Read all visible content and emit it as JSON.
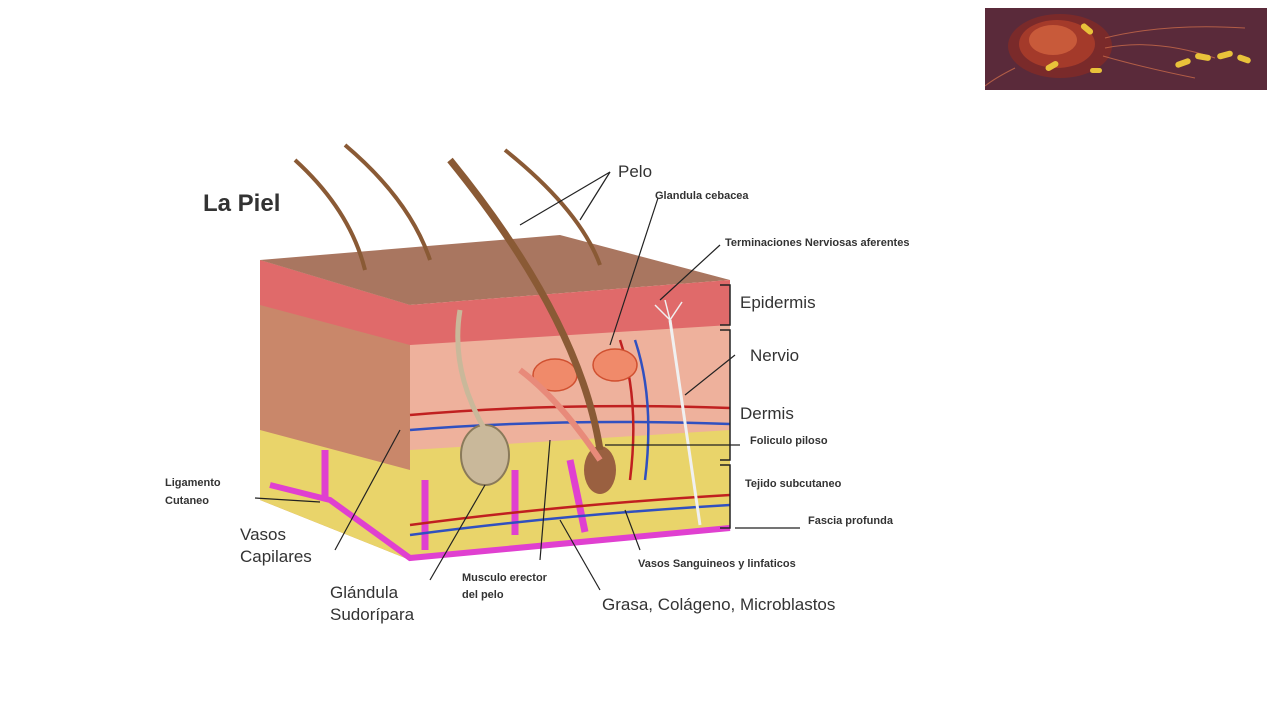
{
  "diagram": {
    "title": "La Piel",
    "labels": {
      "pelo": "Pelo",
      "glandula_cebacea": "Glandula cebacea",
      "terminaciones": "Terminaciones Nerviosas aferentes",
      "epidermis": "Epidermis",
      "nervio": "Nervio",
      "dermis": "Dermis",
      "foliculo": "Foliculo piloso",
      "tejido": "Tejido subcutaneo",
      "fascia": "Fascia profunda",
      "vasos_sanguineos": "Vasos Sanguineos y linfaticos",
      "grasa": "Grasa, Colágeno, Microblastos",
      "musculo_line1": "Musculo erector",
      "musculo_line2": "del pelo",
      "glandula_line1": "Glándula",
      "glandula_line2": "Sudorípara",
      "vasos_line1": "Vasos",
      "vasos_line2": "Capilares",
      "ligamento_line1": "Ligamento",
      "ligamento_line2": "Cutaneo"
    }
  },
  "colors": {
    "thumb_bg": "#5a2a3a",
    "epidermis": "#e06a6a",
    "dermis": "#eeb19c",
    "subcutaneous": "#e9d46a",
    "fascia": "#e040d0",
    "hair": "#8a5a35"
  }
}
